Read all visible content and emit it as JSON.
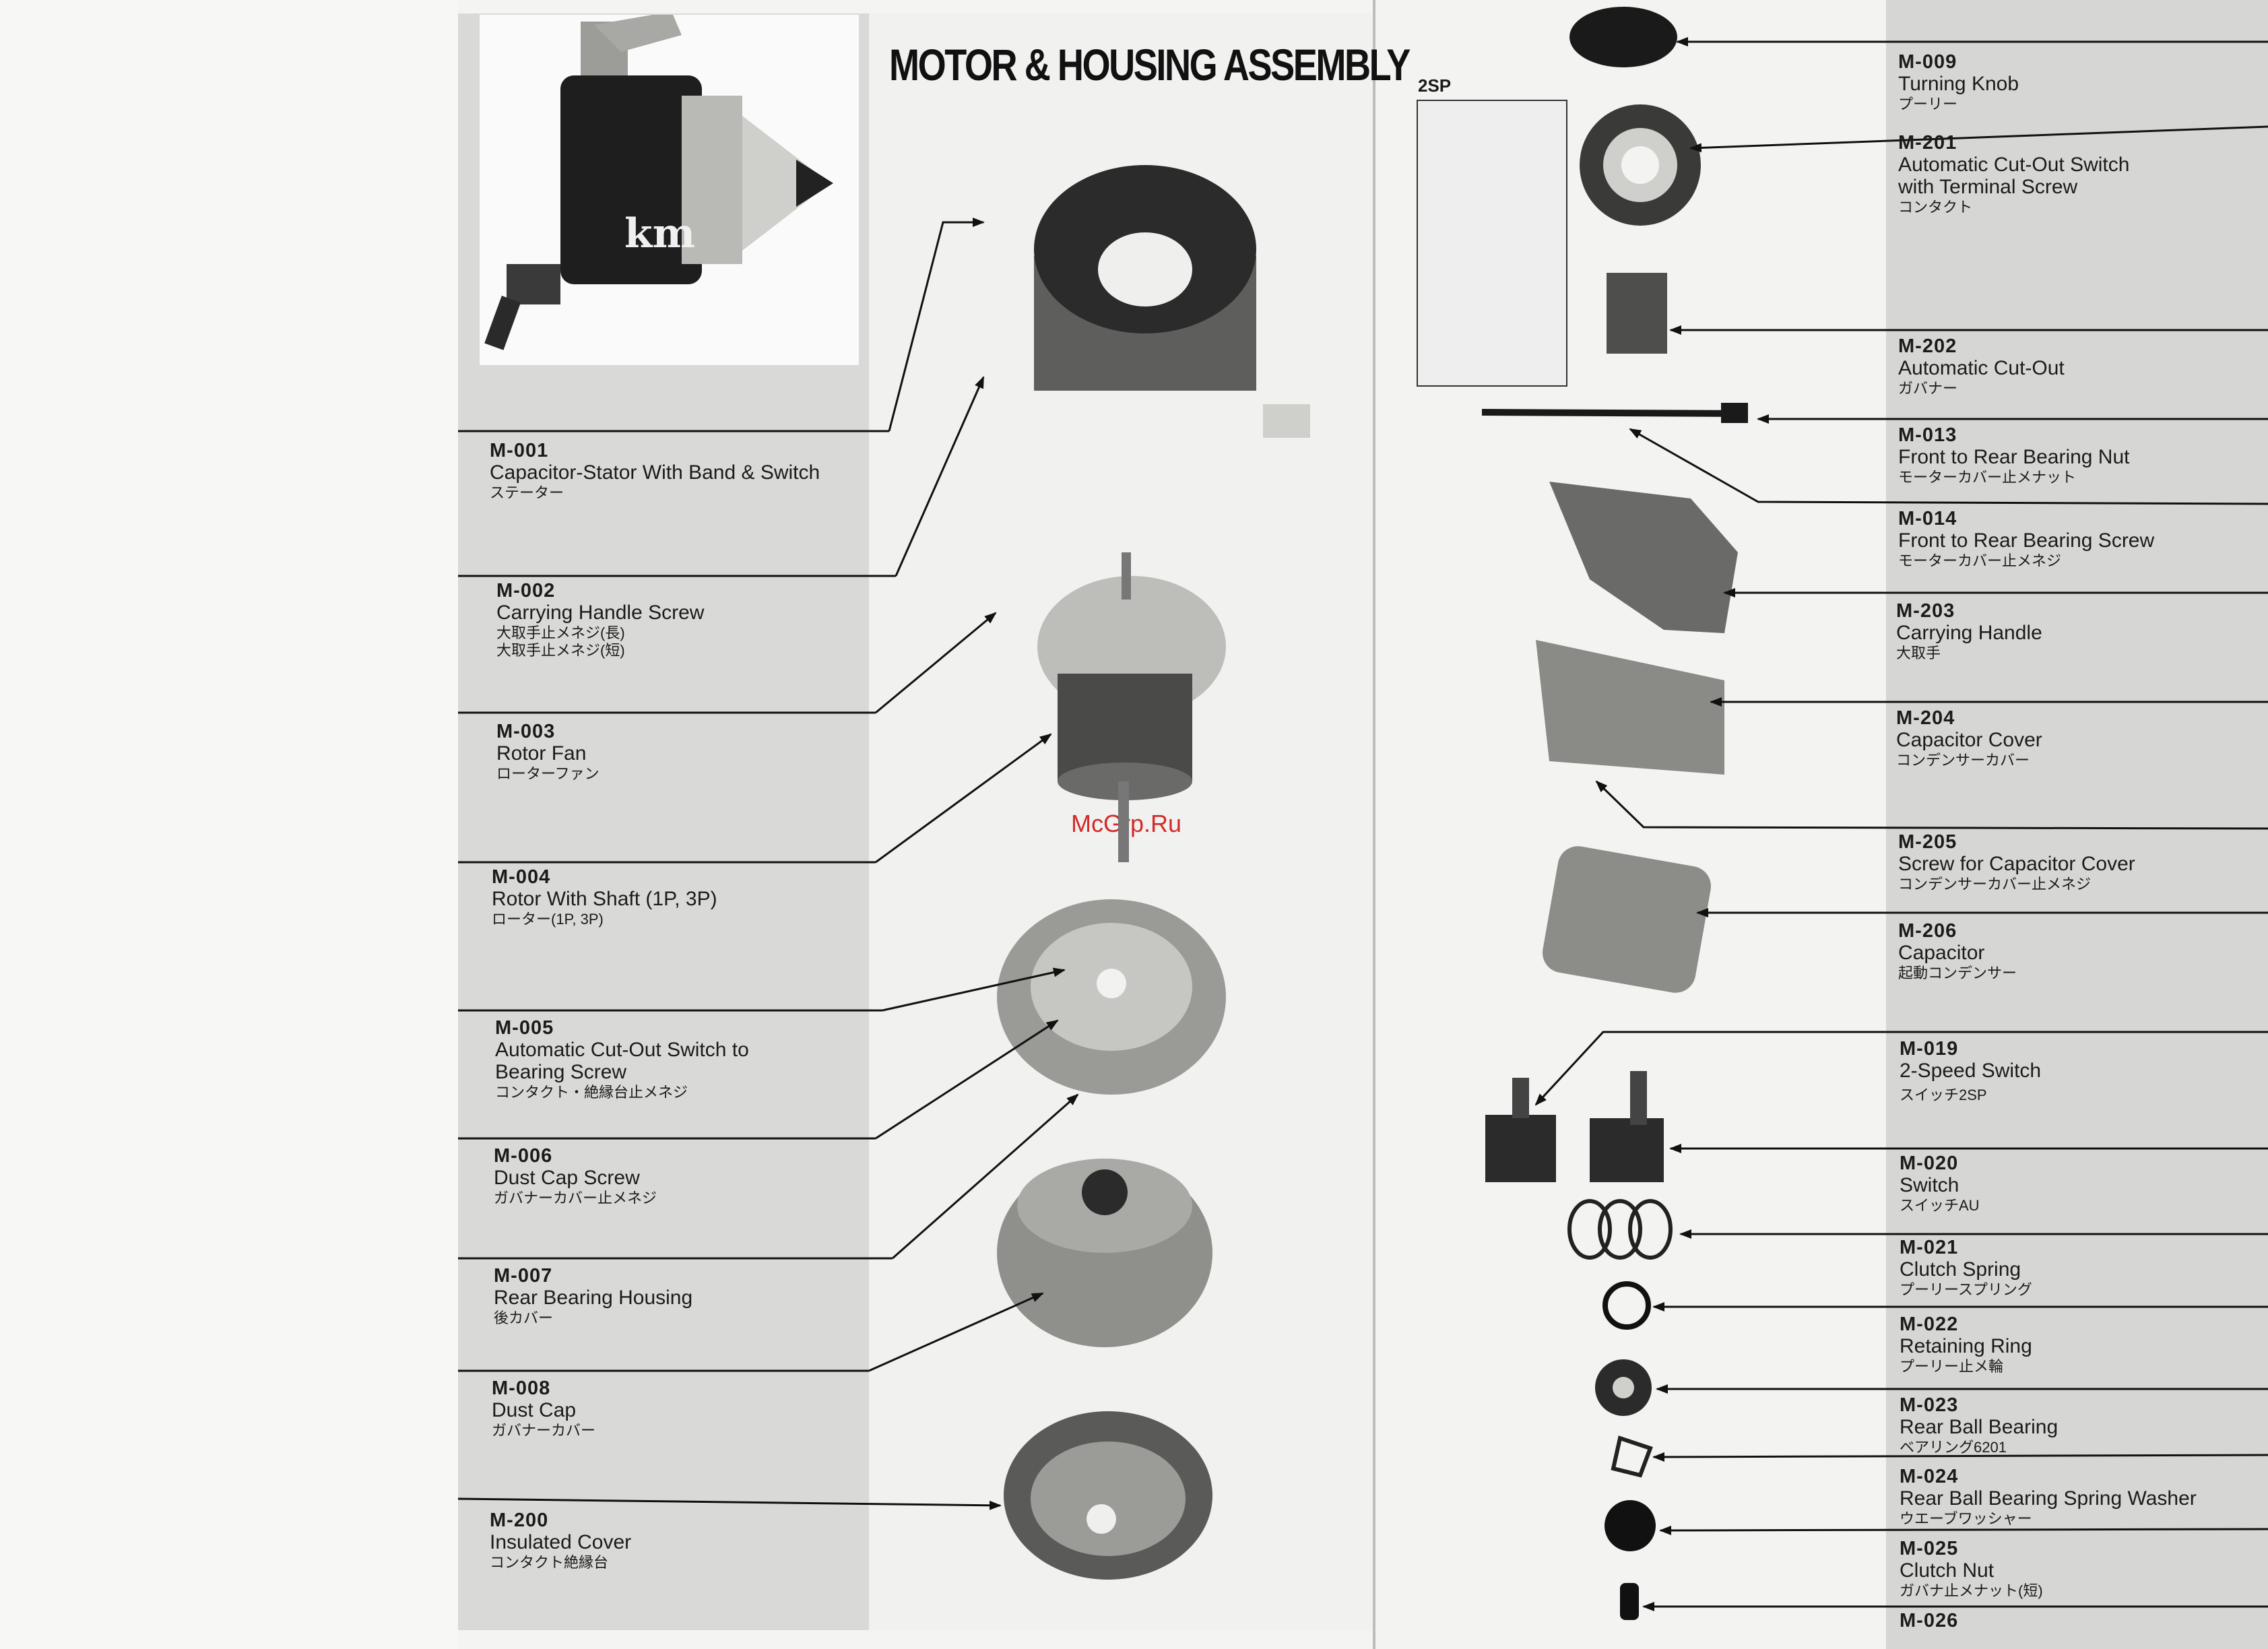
{
  "heading": "MOTOR & HOUSING ASSEMBLY",
  "watermark": "McGrp.Ru",
  "inset_label": "2SP",
  "logo_text": "km",
  "left_parts": [
    {
      "code": "M-001",
      "name": "Capacitor-Stator With Band & Switch",
      "jp": "ステーター"
    },
    {
      "code": "M-002",
      "name": "Carrying Handle Screw",
      "jp": "大取手止メネジ(長)",
      "jp2": "大取手止メネジ(短)"
    },
    {
      "code": "M-003",
      "name": "Rotor Fan",
      "jp": "ローターファン"
    },
    {
      "code": "M-004",
      "name": "Rotor With Shaft (1P, 3P)",
      "jp": "ローター(1P, 3P)"
    },
    {
      "code": "M-005",
      "name": "Automatic Cut-Out Switch to",
      "name2": "Bearing Screw",
      "jp": "コンタクト・絶縁台止メネジ"
    },
    {
      "code": "M-006",
      "name": "Dust Cap Screw",
      "jp": "ガバナーカバー止メネジ"
    },
    {
      "code": "M-007",
      "name": "Rear Bearing Housing",
      "jp": "後カバー"
    },
    {
      "code": "M-008",
      "name": "Dust Cap",
      "jp": "ガバナーカバー"
    },
    {
      "code": "M-200",
      "name": "Insulated Cover",
      "jp": "コンタクト絶縁台"
    }
  ],
  "right_parts": [
    {
      "code": "M-009",
      "name": "Turning Knob",
      "jp": "プーリー"
    },
    {
      "code": "M-201",
      "name": "Automatic Cut-Out Switch",
      "name2": "with Terminal Screw",
      "jp": "コンタクト"
    },
    {
      "code": "M-202",
      "name": "Automatic Cut-Out",
      "jp": "ガバナー"
    },
    {
      "code": "M-013",
      "name": "Front to Rear Bearing Nut",
      "jp": "モーターカバー止メナット"
    },
    {
      "code": "M-014",
      "name": "Front to Rear Bearing Screw",
      "jp": "モーターカバー止メネジ"
    },
    {
      "code": "M-203",
      "name": "Carrying Handle",
      "jp": "大取手"
    },
    {
      "code": "M-204",
      "name": "Capacitor Cover",
      "jp": "コンデンサーカバー"
    },
    {
      "code": "M-205",
      "name": "Screw for Capacitor Cover",
      "jp": "コンデンサーカバー止メネジ"
    },
    {
      "code": "M-206",
      "name": "Capacitor",
      "jp": "起動コンデンサー"
    },
    {
      "code": "M-019",
      "name": "2-Speed Switch",
      "jp": "スイッチ2SP"
    },
    {
      "code": "M-020",
      "name": "Switch",
      "jp": "スイッチAU"
    },
    {
      "code": "M-021",
      "name": "Clutch Spring",
      "jp": "プーリースプリング"
    },
    {
      "code": "M-022",
      "name": "Retaining Ring",
      "jp": "プーリー止メ輪"
    },
    {
      "code": "M-023",
      "name": "Rear Ball Bearing",
      "jp": "ベアリング6201"
    },
    {
      "code": "M-024",
      "name": "Rear Ball Bearing Spring Washer",
      "jp": "ウエーブワッシャー"
    },
    {
      "code": "M-025",
      "name": "Clutch Nut",
      "jp": "ガバナ止メナット(短)"
    },
    {
      "code": "M-026"
    }
  ]
}
